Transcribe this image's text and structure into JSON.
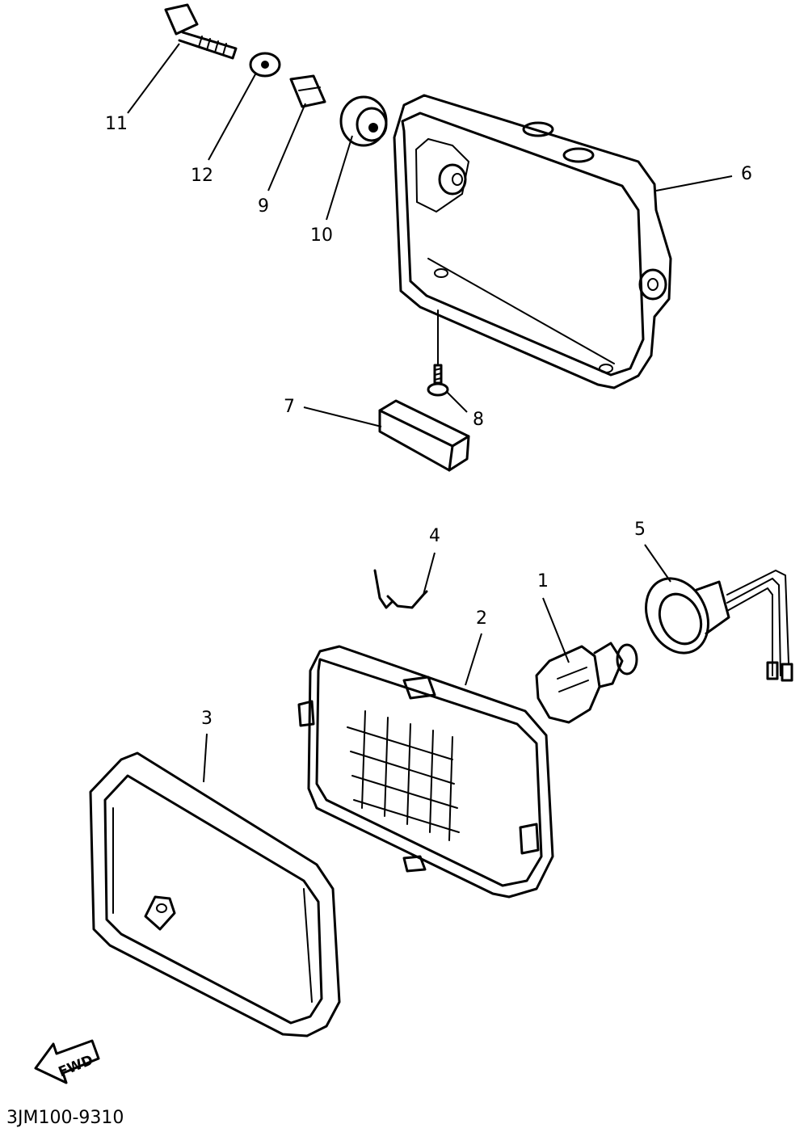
{
  "diagram": {
    "callouts": [
      {
        "id": "1",
        "label": "1"
      },
      {
        "id": "2",
        "label": "2"
      },
      {
        "id": "3",
        "label": "3"
      },
      {
        "id": "4",
        "label": "4"
      },
      {
        "id": "5",
        "label": "5"
      },
      {
        "id": "6",
        "label": "6"
      },
      {
        "id": "7",
        "label": "7"
      },
      {
        "id": "8",
        "label": "8"
      },
      {
        "id": "9",
        "label": "9"
      },
      {
        "id": "10",
        "label": "10"
      },
      {
        "id": "11",
        "label": "11"
      },
      {
        "id": "12",
        "label": "12"
      }
    ],
    "fwd_arrow_label": "FWD",
    "drawing_code": "3JM100-9310"
  }
}
